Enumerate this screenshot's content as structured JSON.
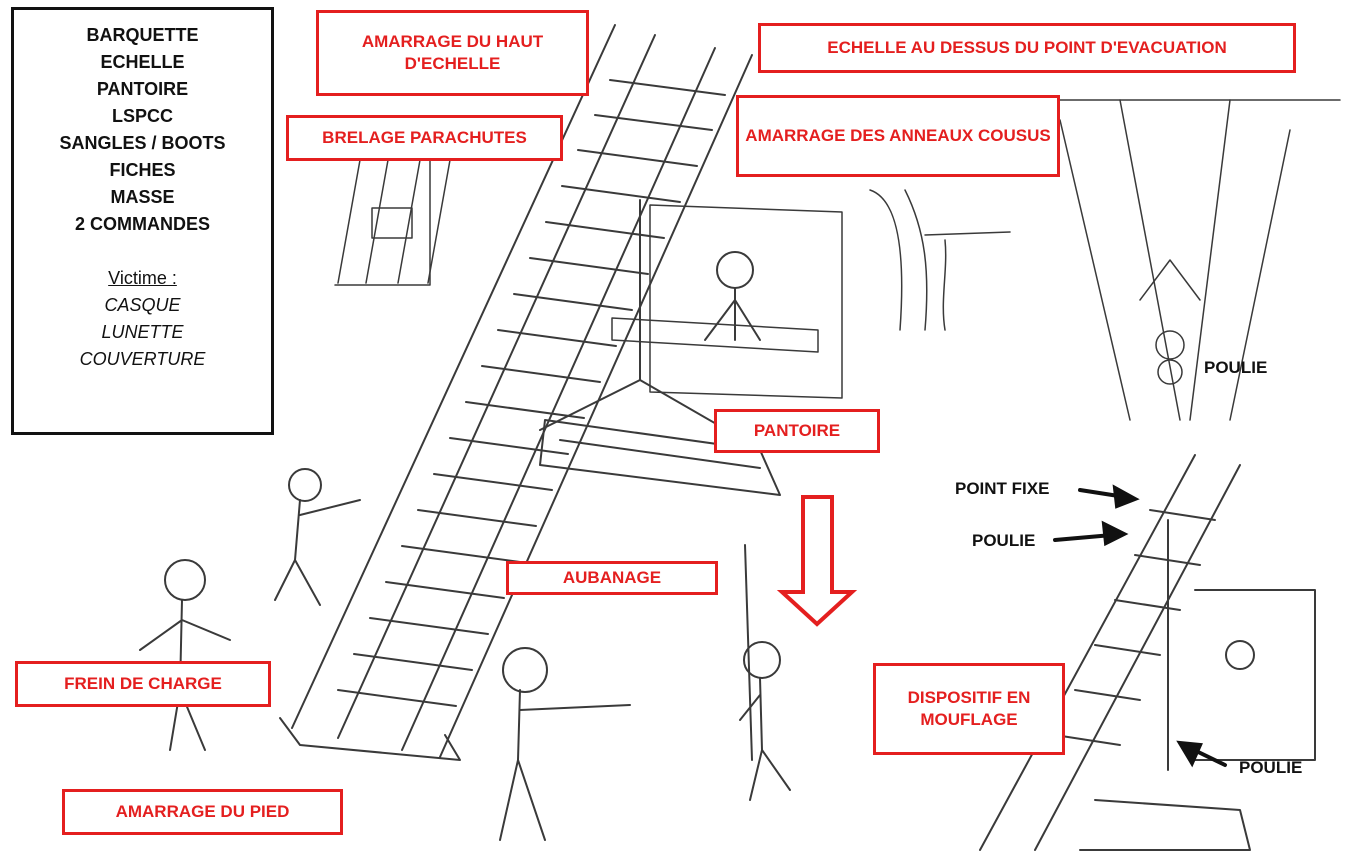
{
  "equipment": {
    "items": [
      "BARQUETTE",
      "ECHELLE",
      "PANTOIRE",
      "LSPCC",
      "SANGLES / BOOTS",
      "FICHES",
      "MASSE",
      "2 COMMANDES"
    ],
    "victim_title": "Victime :",
    "victim_items": [
      "CASQUE",
      "LUNETTE",
      "COUVERTURE"
    ]
  },
  "labels": {
    "amarrage_haut": "AMARRAGE DU HAUT D'ECHELLE",
    "echelle_dessus": "ECHELLE AU DESSUS DU POINT D'EVACUATION",
    "brelage": "BRELAGE PARACHUTES",
    "amarrage_anneaux": "AMARRAGE DES ANNEAUX COUSUS",
    "pantoire": "PANTOIRE",
    "aubanage": "AUBANAGE",
    "frein": "FREIN DE CHARGE",
    "amarrage_pied": "AMARRAGE DU PIED",
    "mouflage": "DISPOSITIF EN MOUFLAGE"
  },
  "annotations": {
    "poulie_top": "POULIE",
    "point_fixe": "POINT FIXE",
    "poulie_mid": "POULIE",
    "poulie_bottom": "POULIE"
  },
  "colors": {
    "label_red": "#e41f1f",
    "ink": "#111111",
    "sketch": "#3a3a3a"
  }
}
